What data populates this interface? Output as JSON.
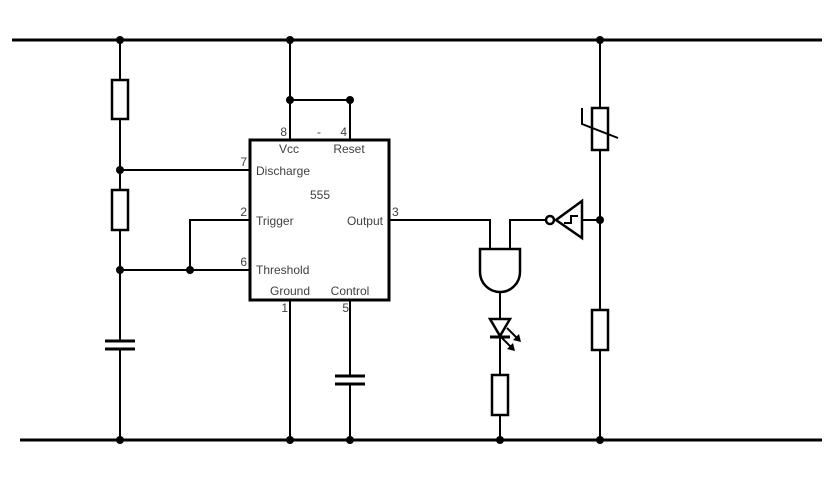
{
  "diagram_type": "circuit-schematic",
  "colors": {
    "background": "#ffffff",
    "wire": "#000000",
    "label": "#404040"
  },
  "ic555": {
    "name": "555",
    "top_separator": "-",
    "pins": {
      "p8": {
        "num": "8",
        "label": "Vcc"
      },
      "p4": {
        "num": "4",
        "label": "Reset"
      },
      "p7": {
        "num": "7",
        "label": "Discharge"
      },
      "p2": {
        "num": "2",
        "label": "Trigger"
      },
      "p6": {
        "num": "6",
        "label": "Threshold"
      },
      "p3": {
        "num": "3",
        "label": "Output"
      },
      "p1": {
        "num": "1",
        "label": "Ground"
      },
      "p5": {
        "num": "5",
        "label": "Control"
      }
    }
  },
  "components": {
    "rails": [
      "top-power-rail",
      "bottom-ground-rail"
    ],
    "left_branch": [
      "resistor",
      "resistor",
      "capacitor"
    ],
    "center": [
      "555-timer-ic",
      "control-capacitor"
    ],
    "output_branch": [
      "and-gate",
      "led",
      "resistor"
    ],
    "right_branch": [
      "thermistor",
      "schmitt-inverter",
      "resistor"
    ]
  }
}
